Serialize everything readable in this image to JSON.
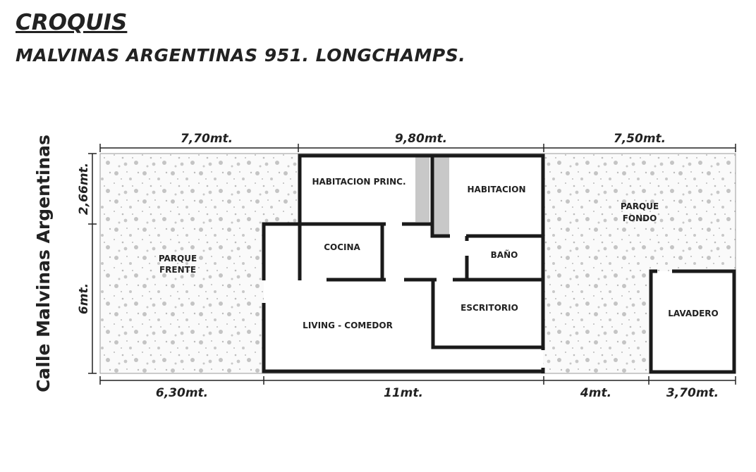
{
  "header": {
    "title": "CROQUIS",
    "subtitle": "MALVINAS ARGENTINAS 951. LONGCHAMPS."
  },
  "street": "Calle Malvinas Argentinas",
  "rooms": {
    "habitacion_princ": "HABITACION PRINC.",
    "habitacion": "HABITACION",
    "cocina": "COCINA",
    "bano": "BAÑO",
    "escritorio": "ESCRITORIO",
    "living": "LIVING - COMEDOR",
    "lavadero": "LAVADERO",
    "parque_frente": [
      "PARQUE",
      "FRENTE"
    ],
    "parque_fondo": [
      "PARQUE",
      "FONDO"
    ]
  },
  "dimensions": {
    "top": [
      "7,70mt.",
      "9,80mt.",
      "7,50mt."
    ],
    "bottom": [
      "6,30mt.",
      "11mt.",
      "4mt.",
      "3,70mt."
    ],
    "left": [
      "2,66mt.",
      "6mt."
    ]
  },
  "colors": {
    "wall": "#1a1a1a",
    "grass_dot": "#c4c4c4",
    "column": "#c8c8c8"
  }
}
